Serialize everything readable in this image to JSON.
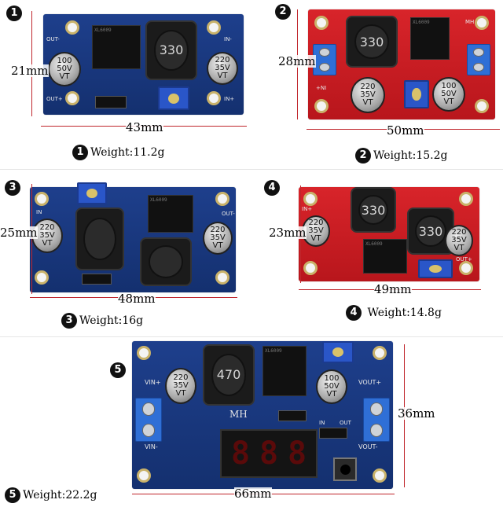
{
  "modules": [
    {
      "number": "1",
      "weight": "Weight:11.2g",
      "width": "43mm",
      "height": "21mm",
      "board_labels": {
        "out_minus": "OUT-",
        "out_plus": "OUT+",
        "in_minus": "IN-",
        "in_plus": "IN+"
      },
      "inductor": "330",
      "cap_left": "100\n50V\nVT",
      "cap_right": "220\n35V\nVT",
      "color": "blue"
    },
    {
      "number": "2",
      "weight": "Weight:15.2g",
      "width": "50mm",
      "height": "28mm",
      "board_labels": {
        "in_plus": "+NI",
        "mh": "MH"
      },
      "inductor": "330",
      "cap_left": "220\n35V\nVT",
      "cap_right": "100\n50V\nVT",
      "color": "red"
    },
    {
      "number": "3",
      "weight": "Weight:16g",
      "width": "48mm",
      "height": "25mm",
      "board_labels": {
        "in": "IN",
        "out": "OUT-"
      },
      "inductor_a": "",
      "inductor_b": "",
      "cap_left": "220\n35V\nVT",
      "cap_right": "220\n35V\nVT",
      "color": "blue"
    },
    {
      "number": "4",
      "weight": "Weight:14.8g",
      "width": "49mm",
      "height": "23mm",
      "board_labels": {
        "in_plus": "IN+",
        "out_plus": "OUT+"
      },
      "inductor_a": "330",
      "inductor_b": "330",
      "cap_left": "220\n35V\nVT",
      "cap_right": "220\n35V\nVT",
      "color": "red"
    },
    {
      "number": "5",
      "weight": "Weight:22.2g",
      "width": "66mm",
      "height": "36mm",
      "board_labels": {
        "vin_plus": "VIN+",
        "vin_minus": "VIN-",
        "vout_plus": "VOUT+",
        "vout_minus": "VOUT-",
        "mh": "MH",
        "in": "IN",
        "out": "OUT"
      },
      "inductor": "470",
      "cap_left": "220\n35V\nVT",
      "cap_right": "100\n50V\nVT",
      "display": [
        "8",
        "8",
        "8"
      ],
      "color": "blue"
    }
  ]
}
